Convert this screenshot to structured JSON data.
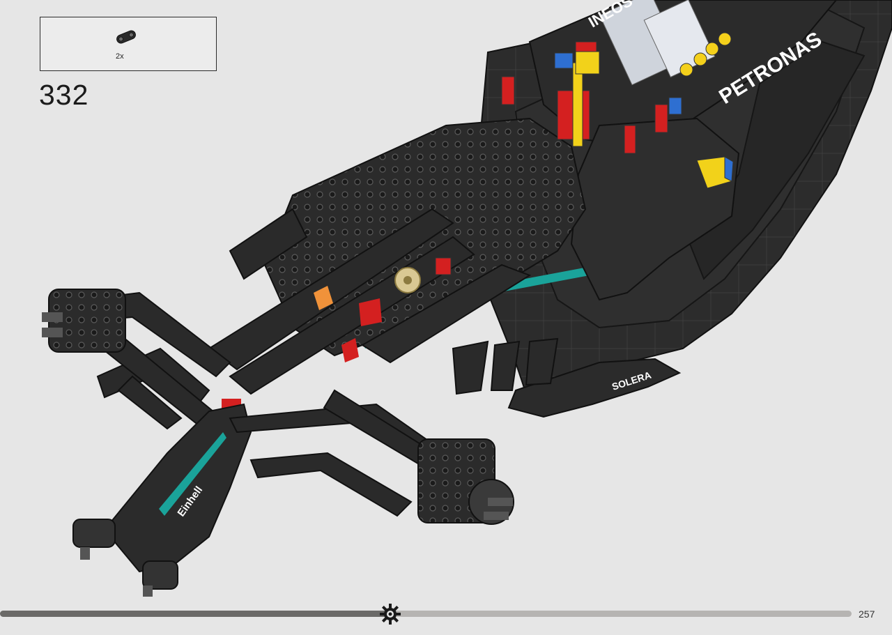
{
  "parts_box": {
    "quantity": "2x"
  },
  "step": {
    "number": "332"
  },
  "model": {
    "decal_primary": "PETRONAS",
    "decal_secondary": "SOLERA",
    "decal_nose": "Einhell",
    "decal_engine_cover": "INEOS"
  },
  "colors": {
    "body": "#2b2b2b",
    "accent_teal": "#1aa39a",
    "accent_red": "#d42020",
    "accent_yellow": "#f2d21a",
    "accent_blue": "#2e6fd1",
    "accent_orange": "#f0923a",
    "background": "#e6e6e6"
  },
  "footer": {
    "progress": 0.452,
    "marker_icon": "gear-icon",
    "page_number": "257"
  }
}
